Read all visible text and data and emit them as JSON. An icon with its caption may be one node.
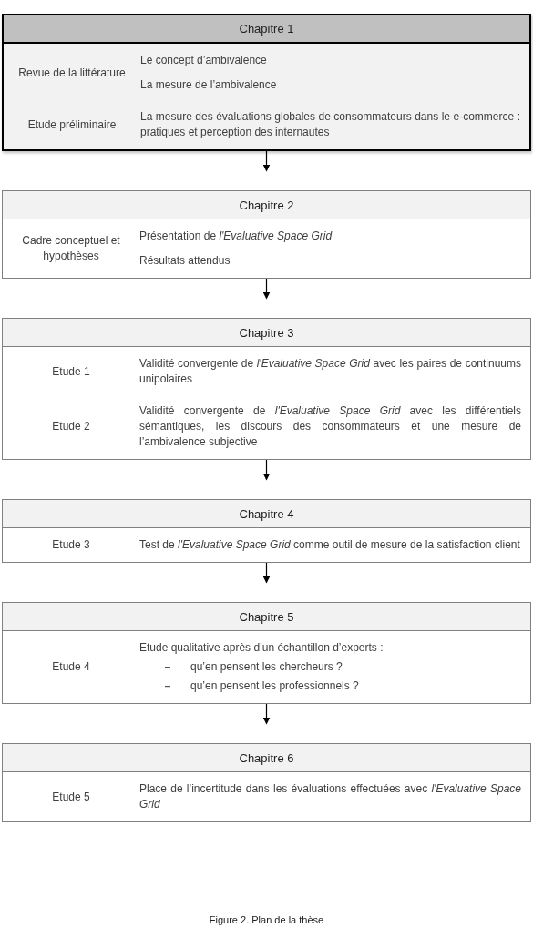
{
  "diagram": {
    "caption": "Figure 2. Plan de la thèse",
    "nodes": [
      {
        "text": [
          "Chapitre 1"
        ]
      },
      {
        "text": [
          "Revue de la littérature"
        ],
        "in": 0
      },
      {
        "text": [
          "Le concept d’ambivalence",
          "La mesure de l’ambivalence"
        ],
        "in": 0
      },
      {
        "text": [
          "Etude préliminaire"
        ],
        "in": 0
      },
      {
        "text": [
          "La mesure des évaluations globales de consommateurs dans le e-commerce : pratiques et perception des internautes"
        ],
        "in": 0
      },
      {
        "text": [
          "Chapitre 2"
        ]
      },
      {
        "text": [
          "Cadre conceptuel et hypothèses"
        ],
        "in": 5
      },
      {
        "text": [
          "Présentation de *l'Evaluative Space Grid*",
          "Résultats attendus"
        ],
        "in": 5
      },
      {
        "text": [
          "Chapitre 3"
        ]
      },
      {
        "text": [
          "Etude 1"
        ],
        "in": 8
      },
      {
        "text": [
          "Validité convergente de *l'Evaluative Space Grid* avec les paires de continuums unipolaires"
        ],
        "in": 8
      },
      {
        "text": [
          "Etude 2"
        ],
        "in": 8
      },
      {
        "text": [
          "Validité convergente de *l'Evaluative Space Grid* avec les différentiels sémantiques, les discours des consommateurs et une mesure de l’ambivalence subjective"
        ],
        "in": 8
      },
      {
        "text": [
          "Chapitre 4"
        ]
      },
      {
        "text": [
          "Etude 3"
        ],
        "in": 13
      },
      {
        "text": [
          "Test de *l'Evaluative Space Grid* comme outil de mesure de la satisfaction client"
        ],
        "in": 13
      },
      {
        "text": [
          "Chapitre 5"
        ]
      },
      {
        "text": [
          "Etude 4"
        ],
        "in": 16
      },
      {
        "text": [
          "Etude qualitative après d’un échantillon d’experts :",
          "qu’en pensent les chercheurs ?",
          "qu’en pensent les professionnels ?"
        ],
        "in": 16
      },
      {
        "text": [
          "Chapitre 6"
        ]
      },
      {
        "text": [
          "Etude 5"
        ],
        "in": 19
      },
      {
        "text": [
          "Place de l’incertitude dans les évaluations effectuées avec *l'Evaluative Space Grid*"
        ],
        "in": 19
      }
    ],
    "edges": [
      {
        "from": 0,
        "to": 5,
        "arrow": "to"
      },
      {
        "from": 5,
        "to": 8,
        "arrow": "to"
      },
      {
        "from": 8,
        "to": 13,
        "arrow": "to"
      },
      {
        "from": 13,
        "to": 16,
        "arrow": "to"
      },
      {
        "from": 16,
        "to": 19,
        "arrow": "to"
      }
    ]
  }
}
